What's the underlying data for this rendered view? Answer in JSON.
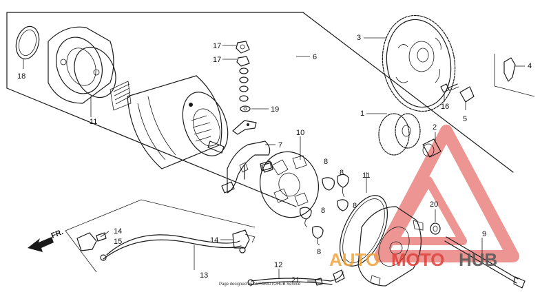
{
  "labels": {
    "n1": "1",
    "n2": "2",
    "n3": "3",
    "n4": "4",
    "n5": "5",
    "n6": "6",
    "n7": "7",
    "n8a": "8",
    "n8b": "8",
    "n8c": "8",
    "n8d": "8",
    "n8e": "8",
    "n9": "9",
    "n10": "10",
    "n11a": "11",
    "n11b": "11",
    "n12": "12",
    "n13": "13",
    "n14a": "14",
    "n14b": "14",
    "n15": "15",
    "n16": "16",
    "n17a": "17",
    "n17b": "17",
    "n18": "18",
    "n19": "19",
    "n20": "20",
    "n21": "21"
  },
  "direction": "FR.",
  "watermark": {
    "part1": "AUTO",
    "part2": "MOTO",
    "part3": "HUB"
  },
  "fineprint": "Page designed by AUTOMOTOHUB Service",
  "colors": {
    "watermark_red": "#e0403a",
    "watermark_orange": "#f0a33a",
    "watermark_gray": "#5a5a5a",
    "line": "#1a1a1a"
  }
}
